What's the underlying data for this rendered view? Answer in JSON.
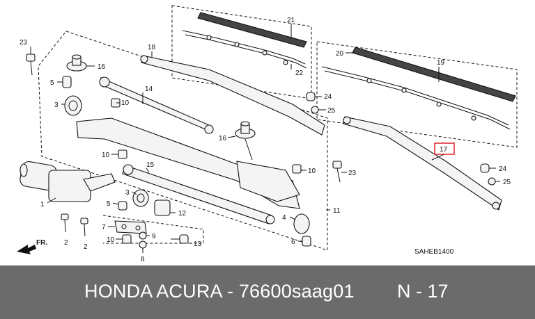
{
  "callouts": [
    "1",
    "2",
    "2",
    "3",
    "3",
    "4",
    "5",
    "5",
    "6",
    "7",
    "8",
    "9",
    "10",
    "10",
    "10",
    "10",
    "11",
    "12",
    "13",
    "14",
    "15",
    "16",
    "16",
    "17",
    "18",
    "19",
    "20",
    "21",
    "22",
    "23",
    "23",
    "24",
    "24",
    "25",
    "25"
  ],
  "direction_label": "FR.",
  "drawing_code": "SAHEB1400",
  "footer": {
    "title": "HONDA ACURA - 76600saag01",
    "ref": "N - 17"
  },
  "colors": {
    "footer_bg": "#6b6b6b",
    "highlight": "#e0242b"
  }
}
